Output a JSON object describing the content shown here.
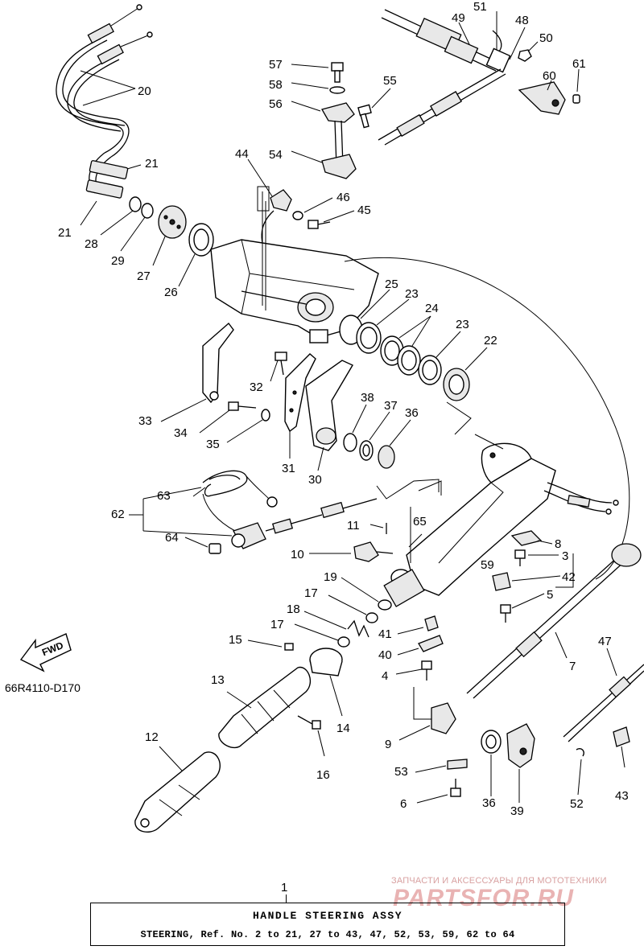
{
  "diagram_code": "66R4110-D170",
  "fwd_label": "FWD",
  "title": {
    "ref_number": "1",
    "main": "HANDLE STEERING ASSY",
    "sub": "STEERING, Ref. No. 2 to 21, 27 to 43, 47, 52, 53, 59, 62 to 64"
  },
  "watermark": {
    "caption": "ЗАПЧАСТИ И АКСЕССУАРЫ ДЛЯ МОТОТЕХНИКИ",
    "brand": "PARTSFOR.RU"
  },
  "callouts": [
    "51",
    "49",
    "48",
    "50",
    "61",
    "60",
    "57",
    "58",
    "55",
    "56",
    "20",
    "54",
    "44",
    "46",
    "45",
    "21",
    "21",
    "28",
    "29",
    "27",
    "26",
    "25",
    "23",
    "24",
    "23",
    "22",
    "32",
    "38",
    "37",
    "36",
    "33",
    "34",
    "35",
    "31",
    "30",
    "63",
    "62",
    "64",
    "65",
    "11",
    "10",
    "59",
    "8",
    "3",
    "42",
    "5",
    "19",
    "17",
    "18",
    "17",
    "41",
    "40",
    "4",
    "15",
    "13",
    "14",
    "7",
    "47",
    "12",
    "16",
    "9",
    "53",
    "36",
    "39",
    "52",
    "43",
    "6"
  ]
}
